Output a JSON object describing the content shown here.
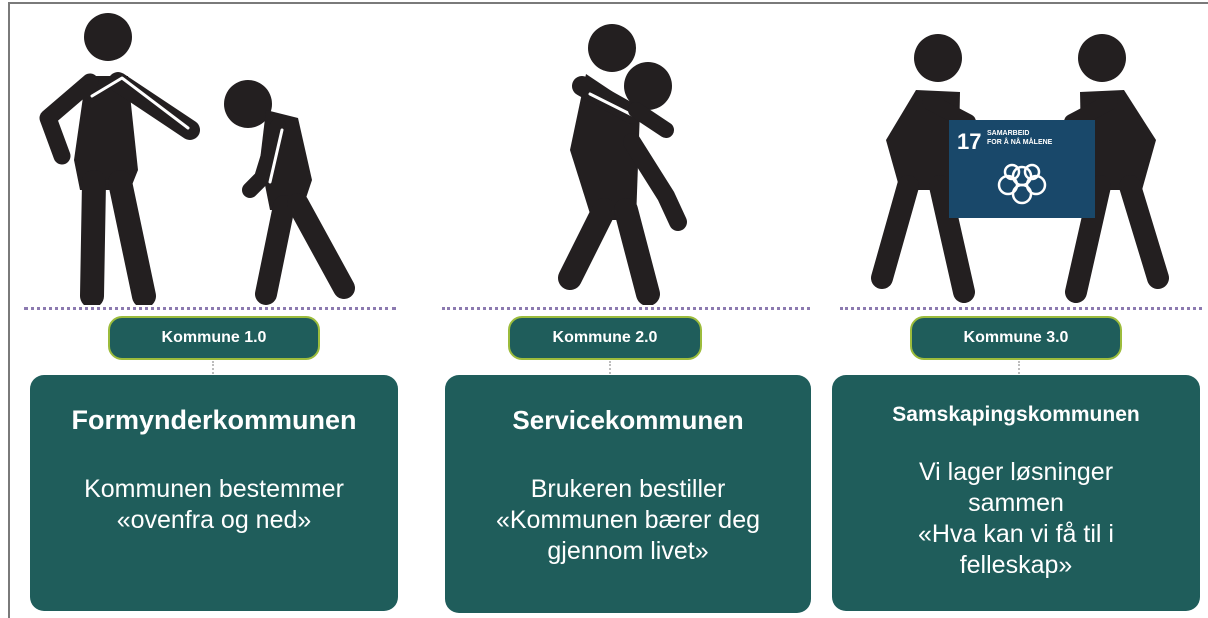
{
  "panels": [
    {
      "pill": "Kommune 1.0",
      "title": "Formynderkommunen",
      "lines": [
        "Kommunen bestemmer",
        "«ovenfra og ned»"
      ]
    },
    {
      "pill": "Kommune 2.0",
      "title": "Servicekommunen",
      "lines": [
        "Brukeren bestiller",
        "«Kommunen bærer deg",
        "gjennom livet»"
      ]
    },
    {
      "pill": "Kommune 3.0",
      "title": "Samskapingskommunen",
      "lines": [
        "Vi lager løsninger",
        "sammen",
        "«Hva kan vi få til i",
        "felleskap»"
      ]
    }
  ],
  "sdg_badge": {
    "number": "17",
    "line1": "SAMARBEID",
    "line2": "FOR Å NÅ MÅLENE"
  },
  "colors": {
    "card": "#1f5d5b",
    "pill_border": "#9cbc3c",
    "figure": "#231f20",
    "sdg": "#19486a"
  }
}
